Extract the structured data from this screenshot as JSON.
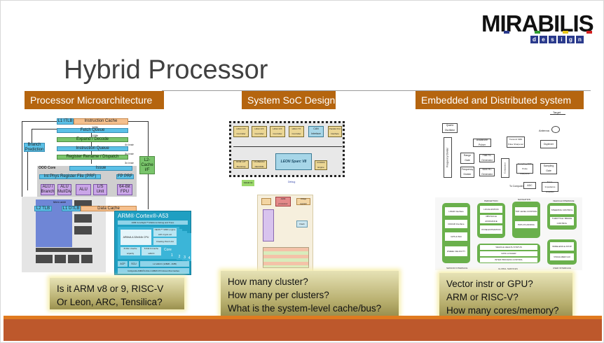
{
  "logo": {
    "name": "MIRABILIS",
    "sub_letters": [
      "d",
      "e",
      "s",
      "i",
      "g",
      "n"
    ],
    "accent_colors": [
      "#d22020",
      "#2a3a8c",
      "#2e9a2e",
      "#e8c61a",
      "#d22020"
    ]
  },
  "title": "Hybrid Processor",
  "sections": [
    {
      "tag": "Processor Microarchitecture",
      "diagram": {
        "blocks": {
          "l1_itlb": "L1 ITLB",
          "icache": "Instruction Cache",
          "w1": "128b",
          "fetch": "Fetch Queue",
          "w2": "128b",
          "decode": "Expand / Decode",
          "w3": "4x instr",
          "iq": "Instruction Queue",
          "w4": "3x instr",
          "rename": "Register Rename / Dispatch",
          "w5": "3x instr",
          "branch": "Branch Prediction",
          "l2cache": "L2-Cache I/F",
          "ooo": "OOO Core",
          "issue": "Issue",
          "prf": "Int Phys Register File (PRF)",
          "fpprf": "FP PRF",
          "alu_branch": "ALU / Branch",
          "alu_muldiv": "ALU Mul/Div",
          "alu": "ALU",
          "ls": "L/S Unit",
          "fpu": "64-Bit FPU",
          "mem_addr": "Mem addr",
          "l2tlb": "L2 TLB",
          "l1dtlb": "L1 DTLB",
          "dcache": "Data Cache"
        },
        "cortex": {
          "title": "ARM® Cortex®-A53",
          "coresight": "ARM CoreSight™ Multicore Debug and Trace",
          "cpu": "ARMv8-A 32b/64b CPU",
          "neon": "NEON™ SIMD engine with crypto ext",
          "fpu": "Floating Point Unit",
          "icache": "8-64k I-Cache w/parity",
          "dcache": "8-64k D-Cache w/ECC",
          "core_label": "Core",
          "cores": [
            "1",
            "2",
            "3",
            "4"
          ],
          "acp": "ACP",
          "scu": "SCU",
          "l2": "L2 w/ECC (128kB - 2MB)",
          "bus": "Configurable AMBA®4 ACE or AMBA5 CHI Coherent Bus Interface"
        }
      },
      "questions": [
        "Is it ARM v8 or 9, RISC-V",
        "Or Leon, ARC, Tensilica?"
      ]
    },
    {
      "tag": "System SoC Design",
      "diagram": {
        "hdlc": [
          "HDLC RX Controller",
          "HDLC RX Controller",
          "HDLC RX Controller",
          "HDLC TX Controller"
        ],
        "fifo": "FIFO",
        "can": "CAN Interface",
        "parallel": "Parallel Port Interface",
        "amba": "AMBA AHB",
        "rom": "ROM LUT Bootstrap",
        "dac": "1%-BEDAC DECODE",
        "leon": "LEON Sparc V8",
        "cordic": "CORDIC Engine",
        "sram": "SRAM 64",
        "dbg": "Debug",
        "arm": "ARM processor",
        "voltage": "Voltage regulator",
        "flash": "Flash"
      },
      "questions": [
        "How many cluster?",
        "How many per clusters?",
        "What is the system-level cache/bus?"
      ]
    },
    {
      "tag": "Embedded and Distributed system",
      "diagram": {
        "radar": {
          "target": "Target",
          "antenna": "Antenna",
          "quartz": "Quartz Oscillator",
          "freqdiv": "Frequency Divider",
          "avalanche": "Avalanche Pulser",
          "transmit": "Transmit SRD Pulse Sharpener",
          "duplexer": "Duplexer",
          "range": "Range Gate",
          "fast": "Fast RC Generator",
          "comparator": "Comparator",
          "sampling_srd": "Sampling SRD Pulse Sharpener",
          "sampling_gate": "Sampling Gate",
          "freq_divider2": "Frequency Divider",
          "slow": "Slow RC Generator",
          "computer": "To Computer",
          "adc": "ADC",
          "tia": "Trans-Impedance Amplifier"
        },
        "vehicle": {
          "perception": "PERCEPTION",
          "navigation": "NAVIGATION",
          "vehicle_interface": "VEHICLE INTERFACE",
          "sensors": [
            "LIDAR Interface",
            "RADAR Interface",
            "GPS & IMU",
            "WHEEL VELOCITY"
          ],
          "perception_items": [
            "LOCALIZATION",
            "OBSTACLE AVOIDANCE",
            "POSE ESTIMATION"
          ],
          "nav_items": [
            "TOP LEVEL CONTROL",
            "PATH PLANNING"
          ],
          "vi_items": [
            "STEERING CONTROL",
            "THROTTLE / BRAKE CONTROL"
          ],
          "ui_items": [
            "WIRELESS E-STOP",
            "VISUALIZER GUI"
          ],
          "global_items": [
            "VEHICLE HEALTH STATUS",
            "DATA LOGGER",
            "INTER PROCESS CONTROL"
          ],
          "footer": [
            "SENSOR INTERFACE",
            "GLOBAL SERVICES",
            "USER INTERFACE"
          ]
        }
      },
      "questions": [
        "Vector instr or GPU?",
        "ARM or RISC-V?",
        "How many cores/memory?"
      ]
    }
  ],
  "colors": {
    "tag_bg": "#b5650f",
    "band": "#bd582c",
    "band_accent": "#e07a1f",
    "title": "#404040"
  }
}
